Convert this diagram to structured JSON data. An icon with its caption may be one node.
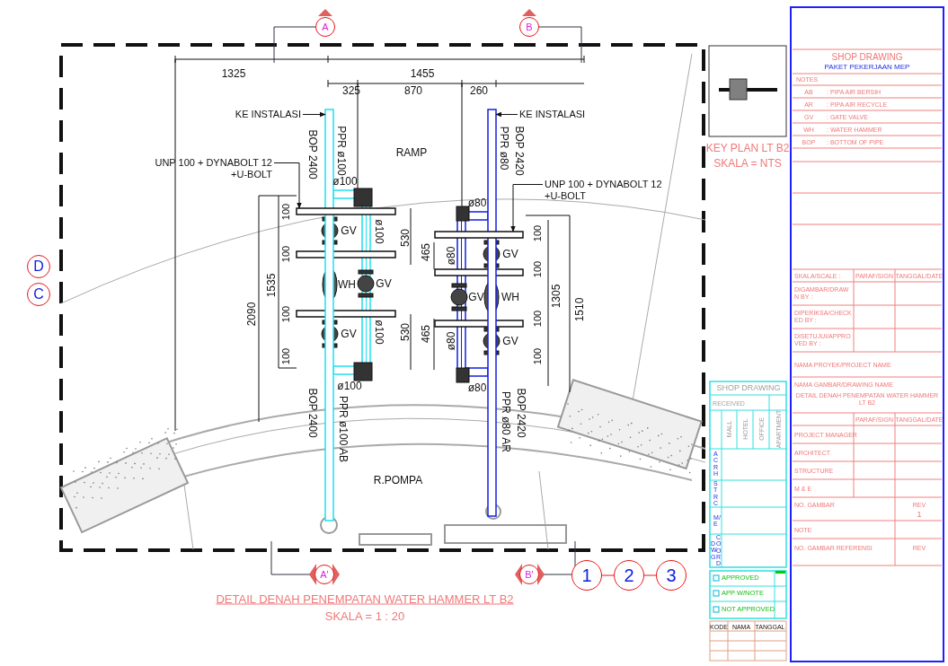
{
  "diagram": {
    "nodes": [
      {
        "text": [
          "A"
        ]
      },
      {
        "text": [
          "B"
        ]
      },
      {
        "text": [
          "D"
        ]
      },
      {
        "text": [
          "C"
        ]
      },
      {
        "text": [
          "A'"
        ]
      },
      {
        "text": [
          "B'"
        ]
      },
      {
        "text": [
          "1"
        ]
      },
      {
        "text": [
          "2"
        ]
      },
      {
        "text": [
          "3"
        ]
      },
      {
        "text": [
          "KE INSTALASI"
        ]
      },
      {
        "text": [
          "KE INSTALASI"
        ]
      },
      {
        "text": [
          "UNP 100 + DYNABOLT 12 +U-BOLT"
        ]
      },
      {
        "text": [
          "UNP 100 + DYNABOLT 12 +U-BOLT"
        ]
      },
      {
        "text": [],
        "shape": "bar"
      },
      {
        "text": [],
        "shape": "bar"
      },
      {
        "text": [],
        "shape": "bar"
      },
      {
        "text": [],
        "shape": "bar"
      }
    ],
    "edges": [
      {
        "from": 9,
        "to": 13,
        "arrow": "to"
      },
      {
        "from": 10,
        "to": 14,
        "arrow": "to"
      },
      {
        "from": 11,
        "to": 15,
        "arrow": "to"
      },
      {
        "from": 12,
        "to": 16,
        "arrow": "to"
      }
    ],
    "labels": [
      "1325",
      "1455",
      "325",
      "870",
      "260",
      "RAMP",
      "BOP 2400",
      "PPR ø100",
      "PPR ø80",
      "BOP 2420",
      "ø100",
      "ø80",
      "100",
      "GV",
      "ø100",
      "530",
      "100",
      "465",
      "ø80",
      "GV",
      "100",
      "WH",
      "GV",
      "1535",
      "2090",
      "GV",
      "WH",
      "100",
      "1305",
      "1510",
      "100",
      "GV",
      "ø100",
      "530",
      "465",
      "ø80",
      "GV",
      "100",
      "100",
      "100",
      "ø100",
      "ø80",
      "BOP 2400",
      "PPR ø100 AB",
      "PPR ø80 AR",
      "BOP 2420",
      "R.POMPA",
      "DETAIL DENAH PENEMPATAN WATER HAMMER LT B2",
      "SKALA = 1 : 20",
      "KEY PLAN LT B2",
      "SKALA = NTS",
      "SHOP DRAWING",
      "PAKET PEKERJAAN MEP",
      "NOTES",
      "AB",
      ": PIPA AIR BERSIH",
      "AR",
      ": PIPA AIR RECYCLE",
      "GV",
      ": GATE VALVE",
      "WH",
      ": WATER HAMMER",
      "BOP",
      ": BOTTOM OF PIPE",
      "SHOP DRAWING",
      "RECEIVED",
      "MALL",
      "HOTEL",
      "OFFICE",
      "APARTMENT",
      "ACRH",
      "STRC",
      "M/E",
      "COORD",
      "DWG",
      "APPROVED",
      "APP W/NOTE",
      "NOT APPROVED",
      "KODE",
      "NAMA",
      "TANGGAL",
      "SKALA/SCALE :",
      "PARAF/SIGN",
      "TANGGAL/DATE",
      "DIGAMBAR/DRAWN BY :",
      "DIPERIKSA/CHECKED BY :",
      "DISETUJUI/APPROVED BY :",
      "NAMA PROYEK/PROJECT NAME",
      "NAMA GAMBAR/DRAWING NAME",
      "DETAIL DENAH PENEMPATAN WATER HAMMER LT B2",
      "PARAF/SIGN",
      "TANGGAL/DATE",
      "PROJECT MANAGER",
      "ARCHITECT",
      "STRUCTURE",
      "M & E",
      "NO. GAMBAR",
      "REV",
      "1",
      "NOTE",
      "NO. GAMBAR REFERENSI",
      "REV"
    ]
  }
}
